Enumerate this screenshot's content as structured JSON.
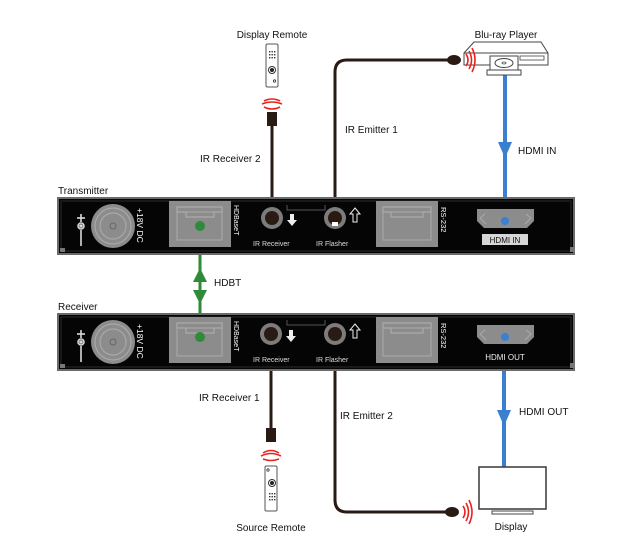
{
  "title": "HDBaseT extender connection diagram",
  "colors": {
    "hdmi_cable": "#3a7fd0",
    "hdbt_cable": "#2e8b3a",
    "ir_cable": "#2a1a14",
    "ir_wave": "#e8231f",
    "panel": "#050505",
    "port_gray": "#8c8c8c"
  },
  "devices": {
    "display_remote": "Display Remote",
    "source_remote": "Source Remote",
    "bluray": "Blu-ray Player",
    "display": "Display"
  },
  "units": {
    "transmitter": {
      "label": "Transmitter",
      "power_label": "+18V DC",
      "hdbaset_label": "HDBaseT",
      "ir_receiver_label": "IR Receiver",
      "ir_flasher_label": "IR Flasher",
      "rs232_label": "RS-232",
      "hdmi_label": "HDMI IN"
    },
    "receiver": {
      "label": "Receiver",
      "power_label": "+18V DC",
      "hdbaset_label": "HDBaseT",
      "ir_receiver_label": "IR Receiver",
      "ir_flasher_label": "IR Flasher",
      "rs232_label": "RS-232",
      "hdmi_label": "HDMI OUT"
    }
  },
  "connections": {
    "ir_receiver_2": "IR Receiver 2",
    "ir_emitter_1": "IR Emitter 1",
    "hdmi_in": "HDMI IN",
    "hdbt": "HDBT",
    "ir_receiver_1": "IR Receiver 1",
    "ir_emitter_2": "IR Emitter 2",
    "hdmi_out": "HDMI OUT"
  }
}
